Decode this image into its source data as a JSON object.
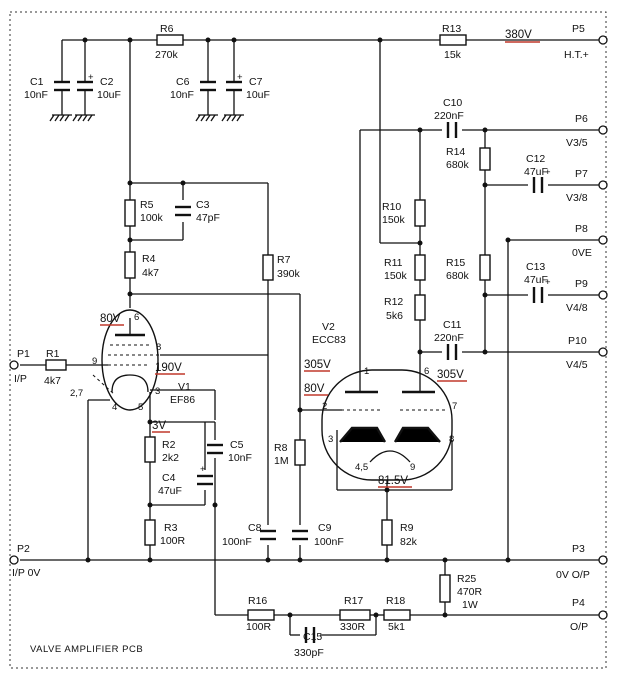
{
  "title": "VALVE AMPLIFIER PCB",
  "accent_color": "#c0392b",
  "ports": {
    "p1": {
      "id": "P1",
      "name": "I/P"
    },
    "p2": {
      "id": "P2",
      "name": "I/P 0V"
    },
    "p3": {
      "id": "P3",
      "name": "0V O/P"
    },
    "p4": {
      "id": "P4",
      "name": "O/P"
    },
    "p5": {
      "id": "P5",
      "name": "H.T.+"
    },
    "p6": {
      "id": "P6",
      "name": "V3/5"
    },
    "p7": {
      "id": "P7",
      "name": "V3/8"
    },
    "p8": {
      "id": "P8",
      "name": "0VE"
    },
    "p9": {
      "id": "P9",
      "name": "V4/8"
    },
    "p10": {
      "id": "P10",
      "name": "V4/5"
    }
  },
  "components": {
    "R1": {
      "ref": "R1",
      "value": "4k7"
    },
    "R2": {
      "ref": "R2",
      "value": "2k2"
    },
    "R3": {
      "ref": "R3",
      "value": "100R"
    },
    "R4": {
      "ref": "R4",
      "value": "4k7"
    },
    "R5": {
      "ref": "R5",
      "value": "100k"
    },
    "R6": {
      "ref": "R6",
      "value": "270k"
    },
    "R7": {
      "ref": "R7",
      "value": "390k"
    },
    "R8": {
      "ref": "R8",
      "value": "1M"
    },
    "R9": {
      "ref": "R9",
      "value": "82k"
    },
    "R10": {
      "ref": "R10",
      "value": "150k"
    },
    "R11": {
      "ref": "R11",
      "value": "150k"
    },
    "R12": {
      "ref": "R12",
      "value": "5k6"
    },
    "R13": {
      "ref": "R13",
      "value": "15k"
    },
    "R14": {
      "ref": "R14",
      "value": "680k"
    },
    "R15": {
      "ref": "R15",
      "value": "680k"
    },
    "R16": {
      "ref": "R16",
      "value": "100R"
    },
    "R17": {
      "ref": "R17",
      "value": "330R"
    },
    "R18": {
      "ref": "R18",
      "value": "5k1"
    },
    "R25": {
      "ref": "R25",
      "value": "470R",
      "power": "1W"
    },
    "C1": {
      "ref": "C1",
      "value": "10nF"
    },
    "C2": {
      "ref": "C2",
      "value": "10uF"
    },
    "C3": {
      "ref": "C3",
      "value": "47pF"
    },
    "C4": {
      "ref": "C4",
      "value": "47uF"
    },
    "C5": {
      "ref": "C5",
      "value": "10nF"
    },
    "C6": {
      "ref": "C6",
      "value": "10nF"
    },
    "C7": {
      "ref": "C7",
      "value": "10uF"
    },
    "C8": {
      "ref": "C8",
      "value": "100nF"
    },
    "C9": {
      "ref": "C9",
      "value": "100nF"
    },
    "C10": {
      "ref": "C10",
      "value": "220nF"
    },
    "C11": {
      "ref": "C11",
      "value": "220nF"
    },
    "C12": {
      "ref": "C12",
      "value": "47uF"
    },
    "C13": {
      "ref": "C13",
      "value": "47uF"
    },
    "C15": {
      "ref": "C15",
      "value": "330pF"
    }
  },
  "valves": {
    "V1": {
      "ref": "V1",
      "type": "EF86"
    },
    "V2": {
      "ref": "V2",
      "type": "ECC83"
    }
  },
  "voltages": {
    "ht": "380V",
    "v1_anode": "80V",
    "v1_screen": "190V",
    "v1_cathode": "3V",
    "v2_anode_a": "305V",
    "v2_anode_b": "305V",
    "v2_grid": "80V",
    "v2_cathode": "81.5V"
  },
  "pins": {
    "v1": {
      "p6": "6",
      "p8": "8",
      "p9": "9",
      "p3": "3",
      "p27": "2,7",
      "p4": "4",
      "p5": "5"
    },
    "v2": {
      "p1": "1",
      "p6": "6",
      "p2": "2",
      "p7": "7",
      "p3": "3",
      "p8": "8",
      "p45": "4,5",
      "p9": "9"
    }
  },
  "polarity_mark": "+"
}
